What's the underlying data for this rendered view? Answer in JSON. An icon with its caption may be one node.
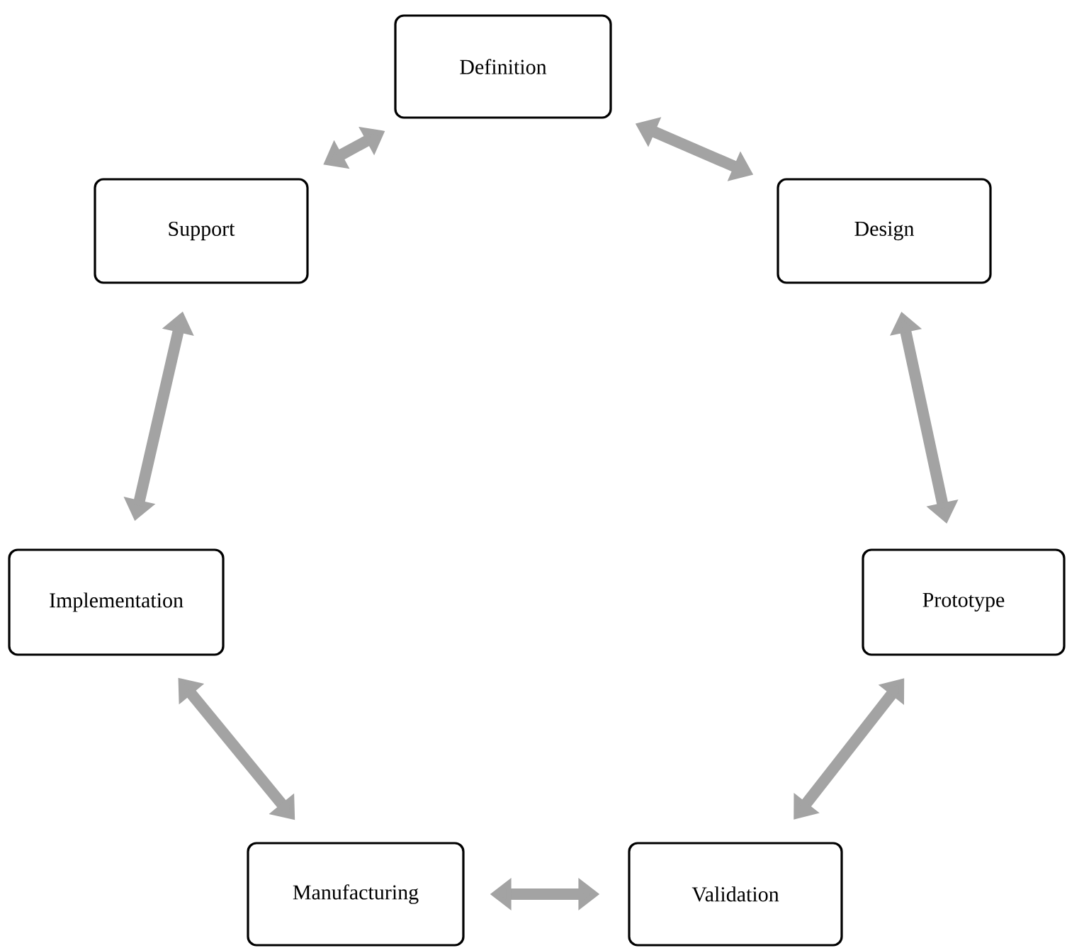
{
  "diagram": {
    "nodes": [
      {
        "text": [
          "Definition"
        ]
      },
      {
        "text": [
          "Design"
        ]
      },
      {
        "text": [
          "Support"
        ]
      },
      {
        "text": [
          "Implementation"
        ]
      },
      {
        "text": [
          "Prototype"
        ]
      },
      {
        "text": [
          "Manufacturing"
        ]
      },
      {
        "text": [
          "Validation"
        ]
      }
    ],
    "edges": [
      {
        "from": 0,
        "to": 1,
        "arrow": "both"
      },
      {
        "from": 1,
        "to": 4,
        "arrow": "both"
      },
      {
        "from": 4,
        "to": 6,
        "arrow": "both"
      },
      {
        "from": 6,
        "to": 5,
        "arrow": "both"
      },
      {
        "from": 5,
        "to": 3,
        "arrow": "both"
      },
      {
        "from": 3,
        "to": 2,
        "arrow": "both"
      },
      {
        "from": 2,
        "to": 0,
        "arrow": "both"
      }
    ]
  }
}
